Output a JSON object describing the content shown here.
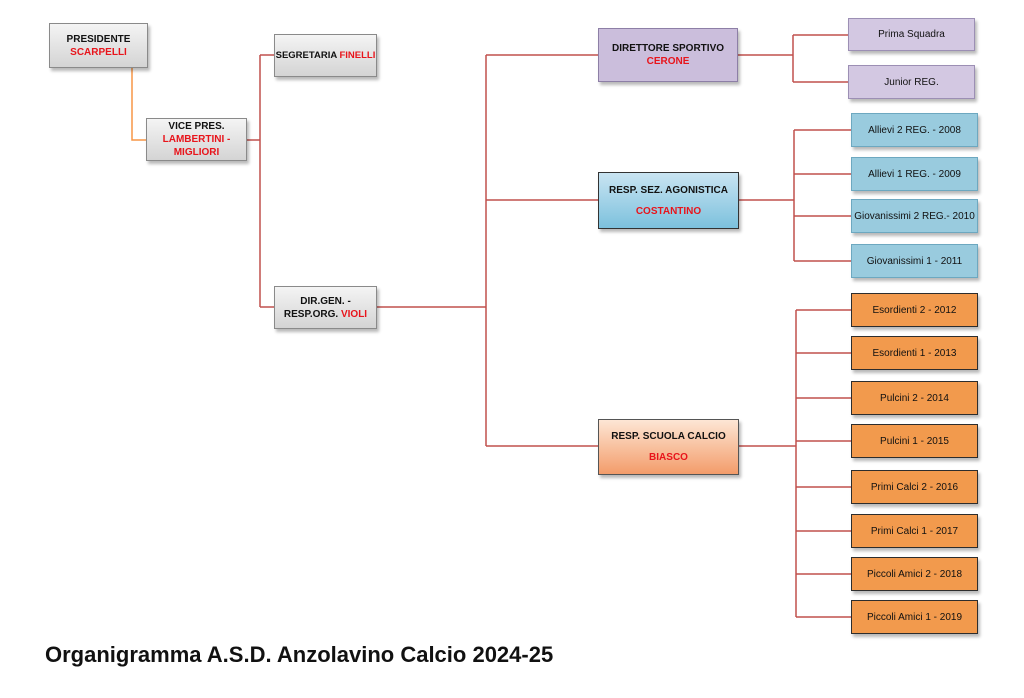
{
  "title": "Organigramma A.S.D. Anzolavino Calcio 2024-25",
  "colors": {
    "connector": "#c0504d",
    "accent_name": "#e8141b",
    "vice_connector": "#f79646"
  },
  "nodes": {
    "presidente": {
      "role": "PRESIDENTE",
      "name": "SCARPELLI"
    },
    "vice": {
      "role": "VICE PRES.",
      "name": "LAMBERTINI - MIGLIORI"
    },
    "segretaria": {
      "role": "SEGRETARIA",
      "name": "FINELLI"
    },
    "dirgen": {
      "role": "DIR.GEN. -",
      "role2": "RESP.ORG.",
      "name": "VIOLI"
    },
    "ds": {
      "role": "DIRETTORE SPORTIVO",
      "name": "CERONE"
    },
    "agonistica": {
      "role": "RESP. SEZ. AGONISTICA",
      "name": "COSTANTINO"
    },
    "scuola": {
      "role": "RESP. SCUOLA CALCIO",
      "name": "BIASCO"
    }
  },
  "teams": {
    "ds": [
      "Prima Squadra",
      "Junior REG."
    ],
    "agonistica": [
      "Allievi 2 REG. - 2008",
      "Allievi 1 REG. - 2009",
      "Giovanissimi 2 REG.- 2010",
      "Giovanissimi 1 - 2011"
    ],
    "scuola": [
      "Esordienti 2 - 2012",
      "Esordienti 1 - 2013",
      "Pulcini 2 - 2014",
      "Pulcini 1 - 2015",
      "Primi Calci 2 - 2016",
      "Primi Calci 1 - 2017",
      "Piccoli Amici 2 - 2018",
      "Piccoli Amici 1 - 2019"
    ]
  }
}
